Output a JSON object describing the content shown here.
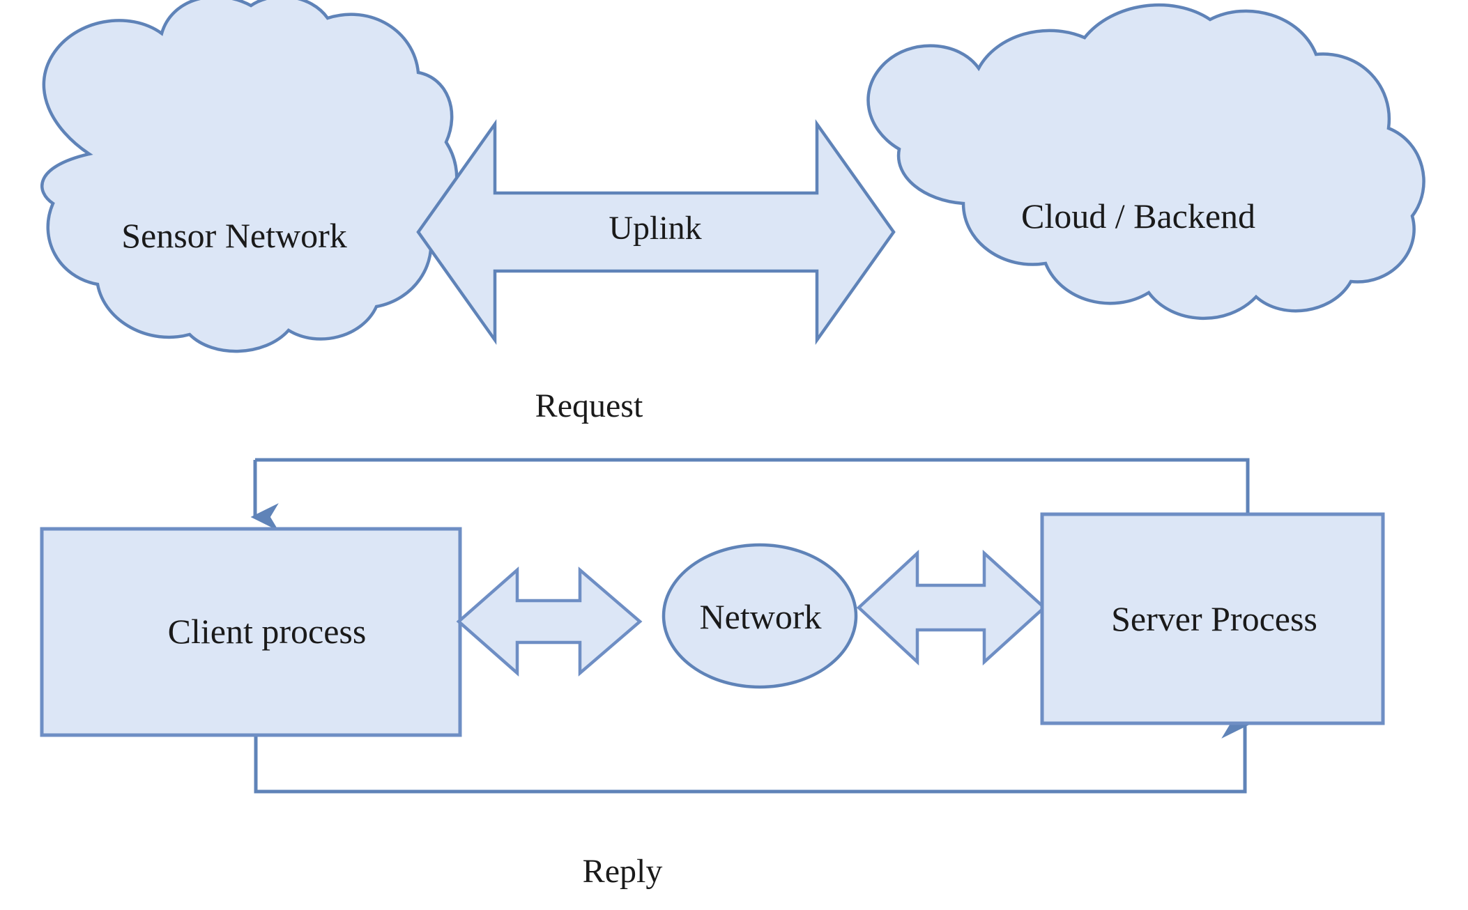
{
  "diagram": {
    "title": "Sensor network to cloud backend client-server request/reply diagram",
    "colors": {
      "shape_fill": "#dce6f6",
      "shape_stroke": "#6e8ec4",
      "connector": "#5f83b8",
      "text": "#1a1a1a",
      "background": "#ffffff"
    },
    "nodes": [
      {
        "id": "sensor-network",
        "label": "Sensor Network",
        "shape": "cloud"
      },
      {
        "id": "cloud-backend",
        "label": "Cloud / Backend",
        "shape": "cloud"
      },
      {
        "id": "client-process",
        "label": "Client process",
        "shape": "rectangle"
      },
      {
        "id": "network",
        "label": "Network",
        "shape": "ellipse"
      },
      {
        "id": "server-process",
        "label": "Server Process",
        "shape": "rectangle"
      }
    ],
    "edges": [
      {
        "id": "uplink",
        "label": "Uplink",
        "shape": "double-arrow",
        "from": "sensor-network",
        "to": "cloud-backend"
      },
      {
        "id": "client-network",
        "label": "",
        "shape": "double-arrow",
        "from": "client-process",
        "to": "network"
      },
      {
        "id": "network-server",
        "label": "",
        "shape": "double-arrow",
        "from": "network",
        "to": "server-process"
      },
      {
        "id": "request",
        "label": "Request",
        "shape": "elbow-connector",
        "from": "sensor-network",
        "to": "server-process"
      },
      {
        "id": "reply",
        "label": "Reply",
        "shape": "elbow-connector",
        "from": "client-process",
        "to": "server-process"
      }
    ]
  }
}
